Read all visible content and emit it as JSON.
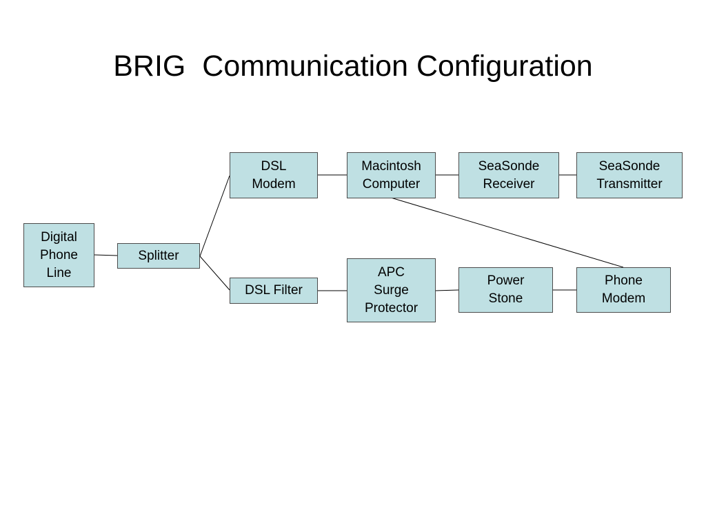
{
  "slide": {
    "title": "BRIG  Communication Configuration",
    "box_fill": "#bfe0e3",
    "box_border": "#4a4a4a",
    "line_color": "#000000"
  },
  "nodes": {
    "digital_phone_line": "Digital\nPhone\nLine",
    "splitter": "Splitter",
    "dsl_modem": "DSL\nModem",
    "dsl_filter": "DSL Filter",
    "macintosh_computer": "Macintosh\nComputer",
    "seasonde_receiver": "SeaSonde\nReceiver",
    "seasonde_transmitter": "SeaSonde\nTransmitter",
    "apc_surge_protector": "APC\nSurge\nProtector",
    "power_stone": "Power\nStone",
    "phone_modem": "Phone\nModem"
  },
  "connections": [
    [
      "digital_phone_line",
      "splitter"
    ],
    [
      "splitter",
      "dsl_modem"
    ],
    [
      "splitter",
      "dsl_filter"
    ],
    [
      "dsl_modem",
      "macintosh_computer"
    ],
    [
      "macintosh_computer",
      "seasonde_receiver"
    ],
    [
      "seasonde_receiver",
      "seasonde_transmitter"
    ],
    [
      "macintosh_computer",
      "phone_modem"
    ],
    [
      "dsl_filter",
      "apc_surge_protector"
    ],
    [
      "apc_surge_protector",
      "power_stone"
    ],
    [
      "power_stone",
      "phone_modem"
    ]
  ]
}
